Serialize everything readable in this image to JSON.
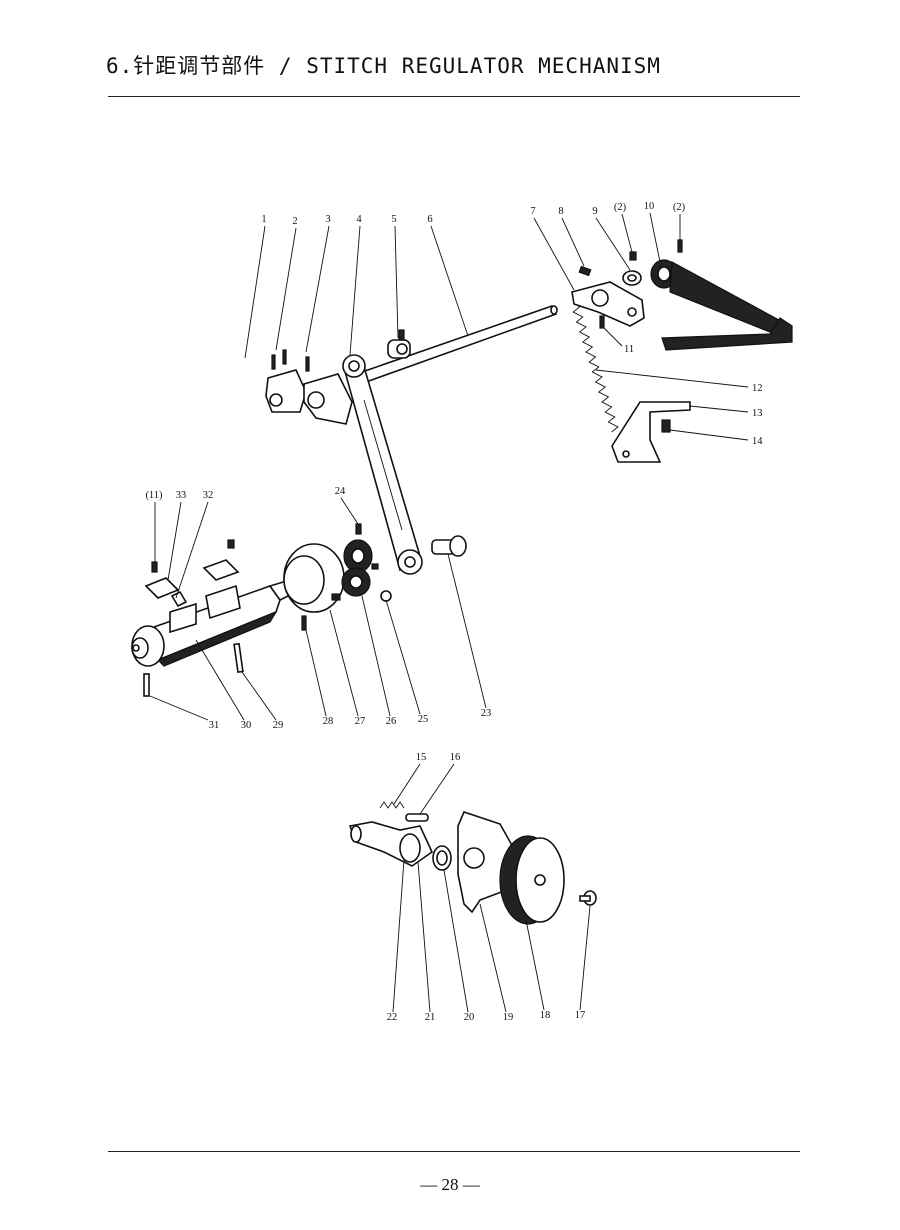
{
  "header": {
    "title": "6.针距调节部件 / STITCH REGULATOR MECHANISM"
  },
  "diagram": {
    "callouts": [
      {
        "id": "c1",
        "label": "1"
      },
      {
        "id": "c2",
        "label": "2"
      },
      {
        "id": "c3",
        "label": "3"
      },
      {
        "id": "c4",
        "label": "4"
      },
      {
        "id": "c5",
        "label": "5"
      },
      {
        "id": "c6",
        "label": "6"
      },
      {
        "id": "c7",
        "label": "7"
      },
      {
        "id": "c8",
        "label": "8"
      },
      {
        "id": "c9",
        "label": "9"
      },
      {
        "id": "c2a",
        "label": "(2)"
      },
      {
        "id": "c10",
        "label": "10"
      },
      {
        "id": "c2b",
        "label": "(2)"
      },
      {
        "id": "c11",
        "label": "11"
      },
      {
        "id": "c12",
        "label": "12"
      },
      {
        "id": "c13",
        "label": "13"
      },
      {
        "id": "c14",
        "label": "14"
      },
      {
        "id": "c11a",
        "label": "(11)"
      },
      {
        "id": "c33",
        "label": "33"
      },
      {
        "id": "c32",
        "label": "32"
      },
      {
        "id": "c24",
        "label": "24"
      },
      {
        "id": "c23",
        "label": "23"
      },
      {
        "id": "c31",
        "label": "31"
      },
      {
        "id": "c30",
        "label": "30"
      },
      {
        "id": "c29",
        "label": "29"
      },
      {
        "id": "c28",
        "label": "28"
      },
      {
        "id": "c27",
        "label": "27"
      },
      {
        "id": "c26",
        "label": "26"
      },
      {
        "id": "c25",
        "label": "25"
      },
      {
        "id": "c15",
        "label": "15"
      },
      {
        "id": "c16",
        "label": "16"
      },
      {
        "id": "c22",
        "label": "22"
      },
      {
        "id": "c21",
        "label": "21"
      },
      {
        "id": "c20",
        "label": "20"
      },
      {
        "id": "c19",
        "label": "19"
      },
      {
        "id": "c18",
        "label": "18"
      },
      {
        "id": "c17",
        "label": "17"
      }
    ]
  },
  "footer": {
    "page_number": "— 28 —"
  }
}
